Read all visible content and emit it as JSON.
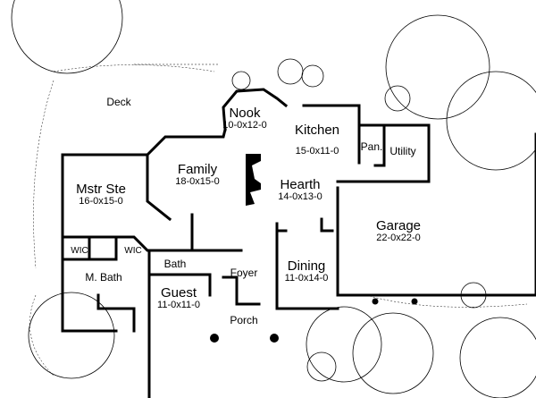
{
  "rooms": {
    "deck": {
      "name": "Deck"
    },
    "nook": {
      "name": "Nook",
      "size": "10-0x12-0"
    },
    "kitchen": {
      "name": "Kitchen",
      "size": "15-0x11-0"
    },
    "pantry": {
      "name": "Pan."
    },
    "utility": {
      "name": "Utility"
    },
    "family": {
      "name": "Family",
      "size": "18-0x15-0"
    },
    "master_suite": {
      "name": "Mstr Ste",
      "size": "16-0x15-0"
    },
    "hearth": {
      "name": "Hearth",
      "size": "14-0x13-0"
    },
    "garage": {
      "name": "Garage",
      "size": "22-0x22-0"
    },
    "wic_left": {
      "name": "WIC"
    },
    "wic_right": {
      "name": "WIC"
    },
    "master_bath": {
      "name": "M. Bath"
    },
    "bath": {
      "name": "Bath"
    },
    "foyer": {
      "name": "Foyer"
    },
    "dining": {
      "name": "Dining",
      "size": "11-0x14-0"
    },
    "guest": {
      "name": "Guest",
      "size": "11-0x11-0"
    },
    "porch": {
      "name": "Porch"
    }
  }
}
